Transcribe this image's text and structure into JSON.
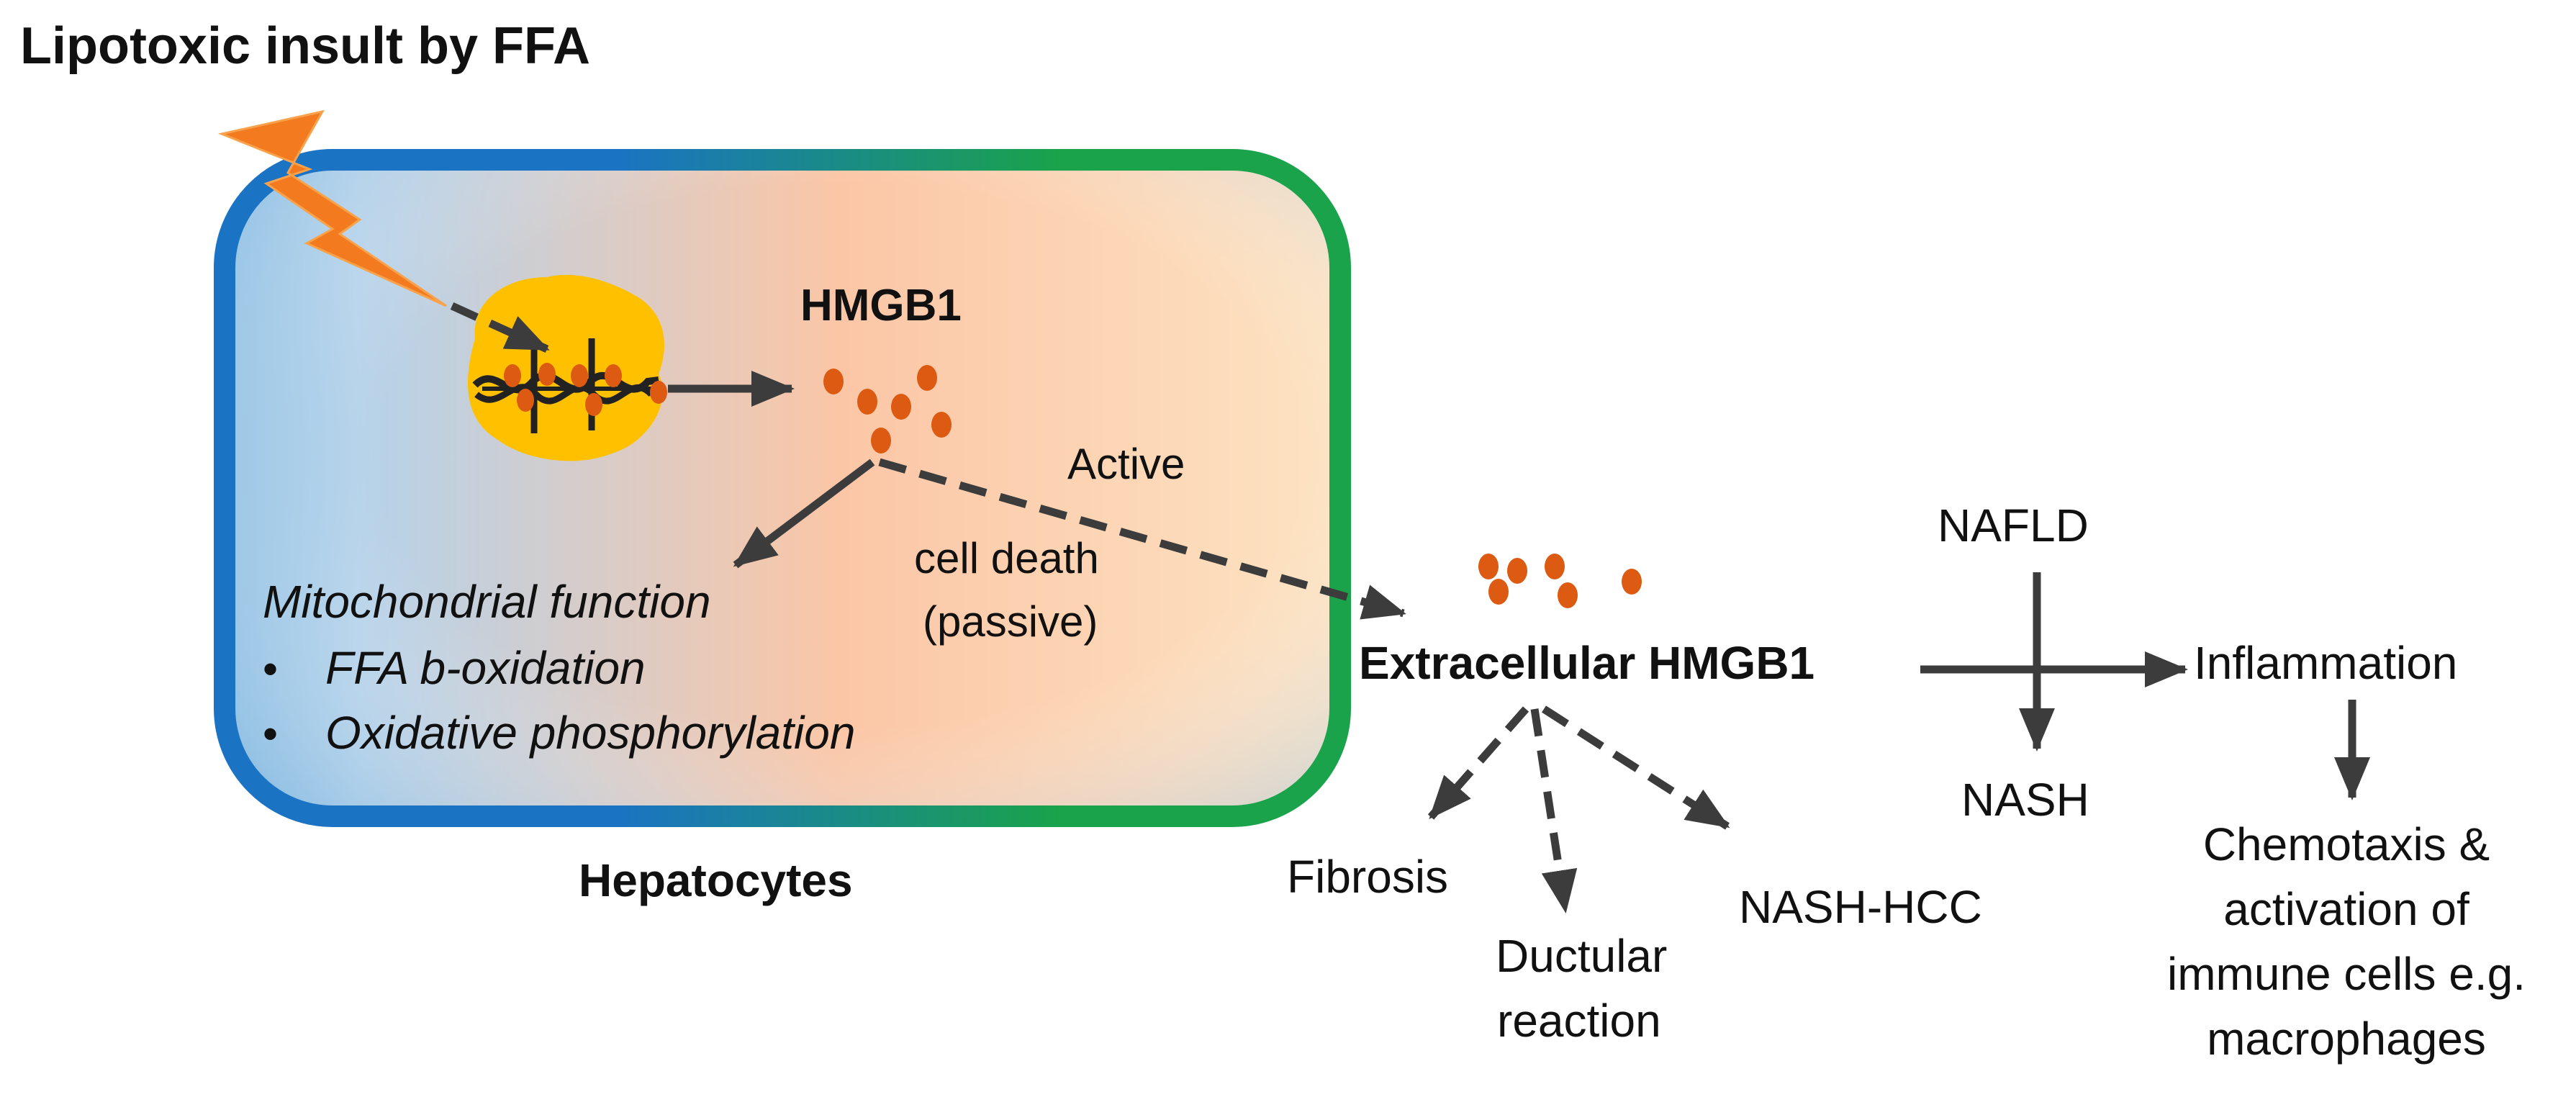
{
  "title": "Lipotoxic insult by FFA",
  "cell": {
    "label": "Hepatocytes",
    "protein_label": "HMGB1",
    "mito_heading": "Mitochondrial function",
    "mito_items": [
      "FFA b-oxidation",
      "Oxidative phosphorylation"
    ],
    "bullet": "•",
    "release_active": "Active",
    "release_passive_1": "cell death",
    "release_passive_2": "(passive)"
  },
  "extracellular": {
    "label": "Extracellular HMGB1",
    "outcomes": {
      "fibrosis": "Fibrosis",
      "ductular_1": "Ductular",
      "ductular_2": "reaction",
      "nash_hcc": "NASH-HCC"
    }
  },
  "disease": {
    "nafld": "NAFLD",
    "nash": "NASH",
    "inflammation": "Inflammation",
    "chemo_lines": [
      "Chemotaxis &",
      "activation of",
      "immune cells e.g.",
      "macrophages"
    ]
  },
  "colors": {
    "cell_border_blue": "#1b73c4",
    "cell_border_green": "#1aa34a",
    "nucleus": "#ffc000",
    "lightning": "#f47a20",
    "hmgb1_dots": "#dd5a12",
    "arrows": "#3c3c3c"
  },
  "icons": {
    "insult": "lightning-bolt-icon",
    "nucleus": "nucleus-icon",
    "chromatin": "chromatin-icon"
  }
}
